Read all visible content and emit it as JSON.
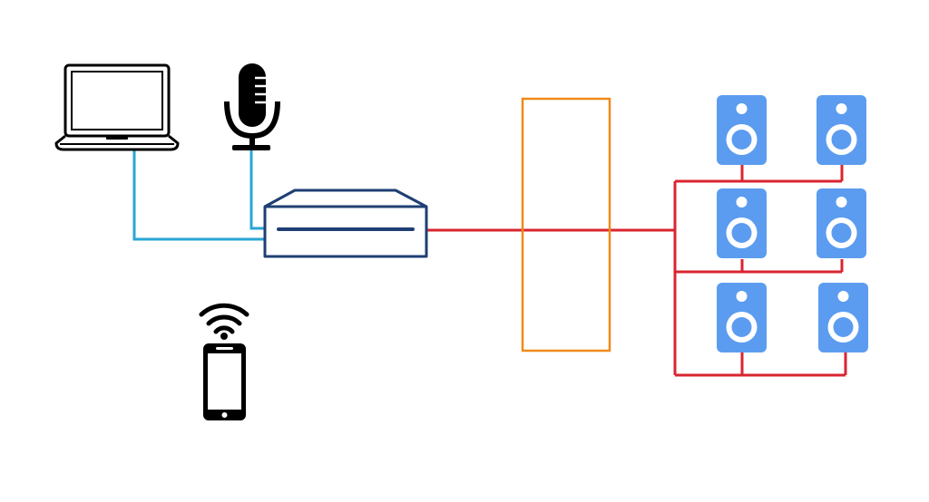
{
  "colors": {
    "background": "#ffffff",
    "source_cable": "#2aa6d4",
    "speaker_cable": "#d9252f",
    "amplifier": "#1e3f73",
    "wall": "#ef8a1a",
    "speaker_body": "#5b9cf0",
    "speaker_cone": "#ffffff",
    "icon": "#000000"
  },
  "icons": {
    "laptop": "laptop-icon",
    "microphone": "microphone-icon",
    "wifi": "wifi-icon",
    "phone": "smartphone-icon",
    "amplifier": "amplifier-icon",
    "wall": "wall-partition",
    "speaker": "speaker-icon"
  },
  "speakers": {
    "rows": 3,
    "columns": 2
  }
}
